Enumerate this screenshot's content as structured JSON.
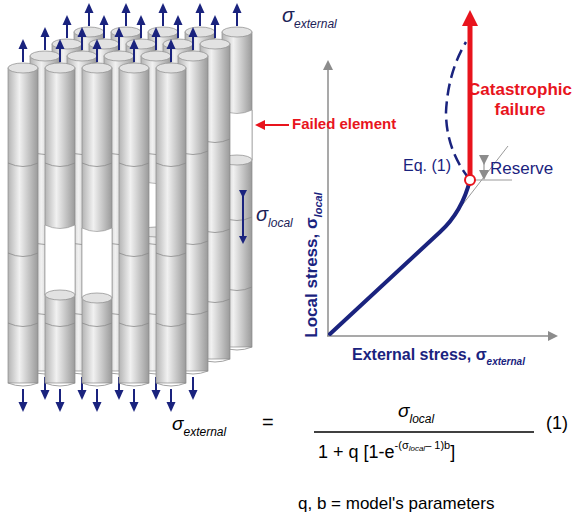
{
  "diagram": {
    "labels": [
      "σ",
      "external",
      "Failed element",
      "σ",
      "local",
      "Catastrophic failure",
      "Eq. (1)",
      "Reserve",
      "Local stress, σ",
      "local",
      "External stress, σ",
      "external",
      "σ",
      "external",
      "=",
      "σ",
      "local",
      "1 + q [1-e",
      "-(σ",
      "local",
      "– 1)",
      "b",
      "]",
      "(1)",
      "q, b = model's parameters"
    ]
  }
}
